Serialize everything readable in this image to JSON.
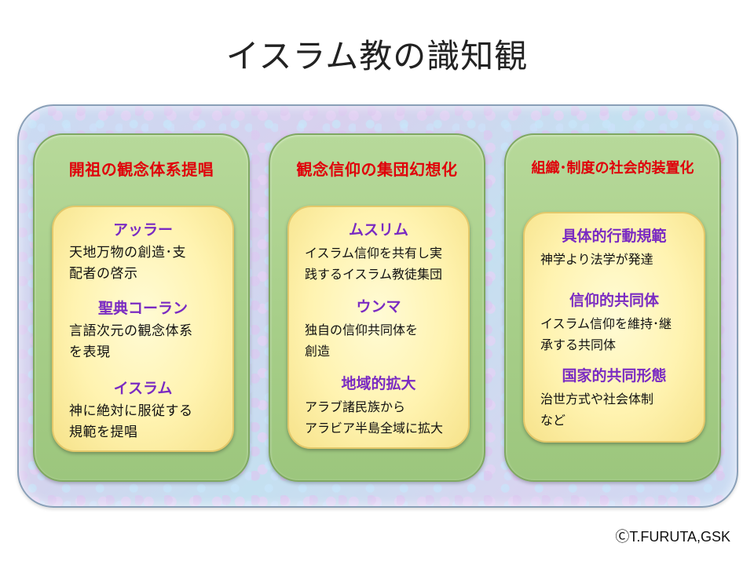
{
  "title": "イスラム教の識知観",
  "columns": [
    {
      "title": "開祖の観念体系提唱",
      "sections": [
        {
          "heading": "アッラー",
          "lines": [
            "天地万物の創造･支",
            "配者の啓示"
          ]
        },
        {
          "heading": "聖典コーラン",
          "lines": [
            "言語次元の観念体系",
            "を表現"
          ]
        },
        {
          "heading": "イスラム",
          "lines": [
            "神に絶対に服従する",
            "規範を提唱"
          ]
        }
      ]
    },
    {
      "title": "観念信仰の集団幻想化",
      "sections": [
        {
          "heading": "ムスリム",
          "lines": [
            "イスラム信仰を共有し実",
            "践するイスラム教徒集団"
          ]
        },
        {
          "heading": "ウンマ",
          "lines": [
            "独自の信仰共同体を",
            "創造"
          ]
        },
        {
          "heading": "地域的拡大",
          "lines": [
            "アラブ諸民族から",
            "アラビア半島全域に拡大"
          ]
        }
      ]
    },
    {
      "title": "組織･制度の社会的装置化",
      "sections": [
        {
          "heading": "具体的行動規範",
          "lines": [
            "神学より法学が発達"
          ]
        },
        {
          "heading": "信仰的共同体",
          "lines": [
            "イスラム信仰を維持･継",
            "承する共同体"
          ]
        },
        {
          "heading": "国家的共同形態",
          "lines": [
            "治世方式や社会体制",
            "など"
          ]
        }
      ]
    }
  ],
  "copyright": "ⒸT.FURUTA,GSK",
  "colors": {
    "column_title": "#e0000a",
    "section_heading": "#7a2bc2",
    "column_fill": "#a8cf8a",
    "inner_fill": "#fff3b0"
  }
}
